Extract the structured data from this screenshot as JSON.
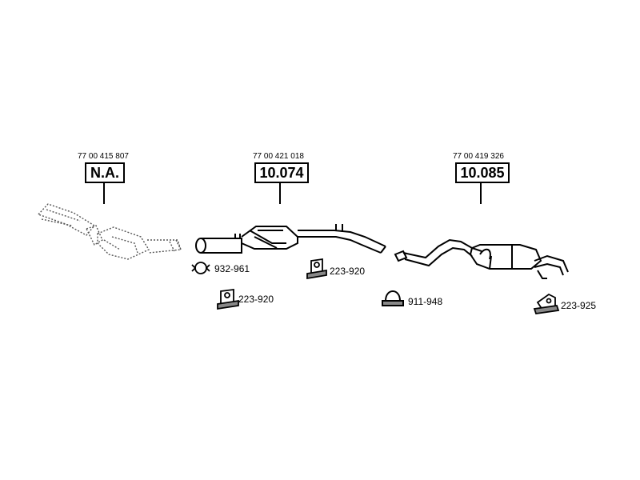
{
  "assemblies": [
    {
      "oe": "77 00 415 807",
      "code": "N.A."
    },
    {
      "oe": "77 00 421 018",
      "code": "10.074"
    },
    {
      "oe": "77 00 419 326",
      "code": "10.085"
    }
  ],
  "parts": [
    {
      "code": "932-961",
      "icon": "clamp-ring-icon"
    },
    {
      "code": "223-920",
      "icon": "rubber-mount-icon"
    },
    {
      "code": "223-920",
      "icon": "rubber-mount-icon"
    },
    {
      "code": "911-948",
      "icon": "u-bolt-clamp-icon"
    },
    {
      "code": "223-925",
      "icon": "hanger-bracket-icon"
    }
  ]
}
